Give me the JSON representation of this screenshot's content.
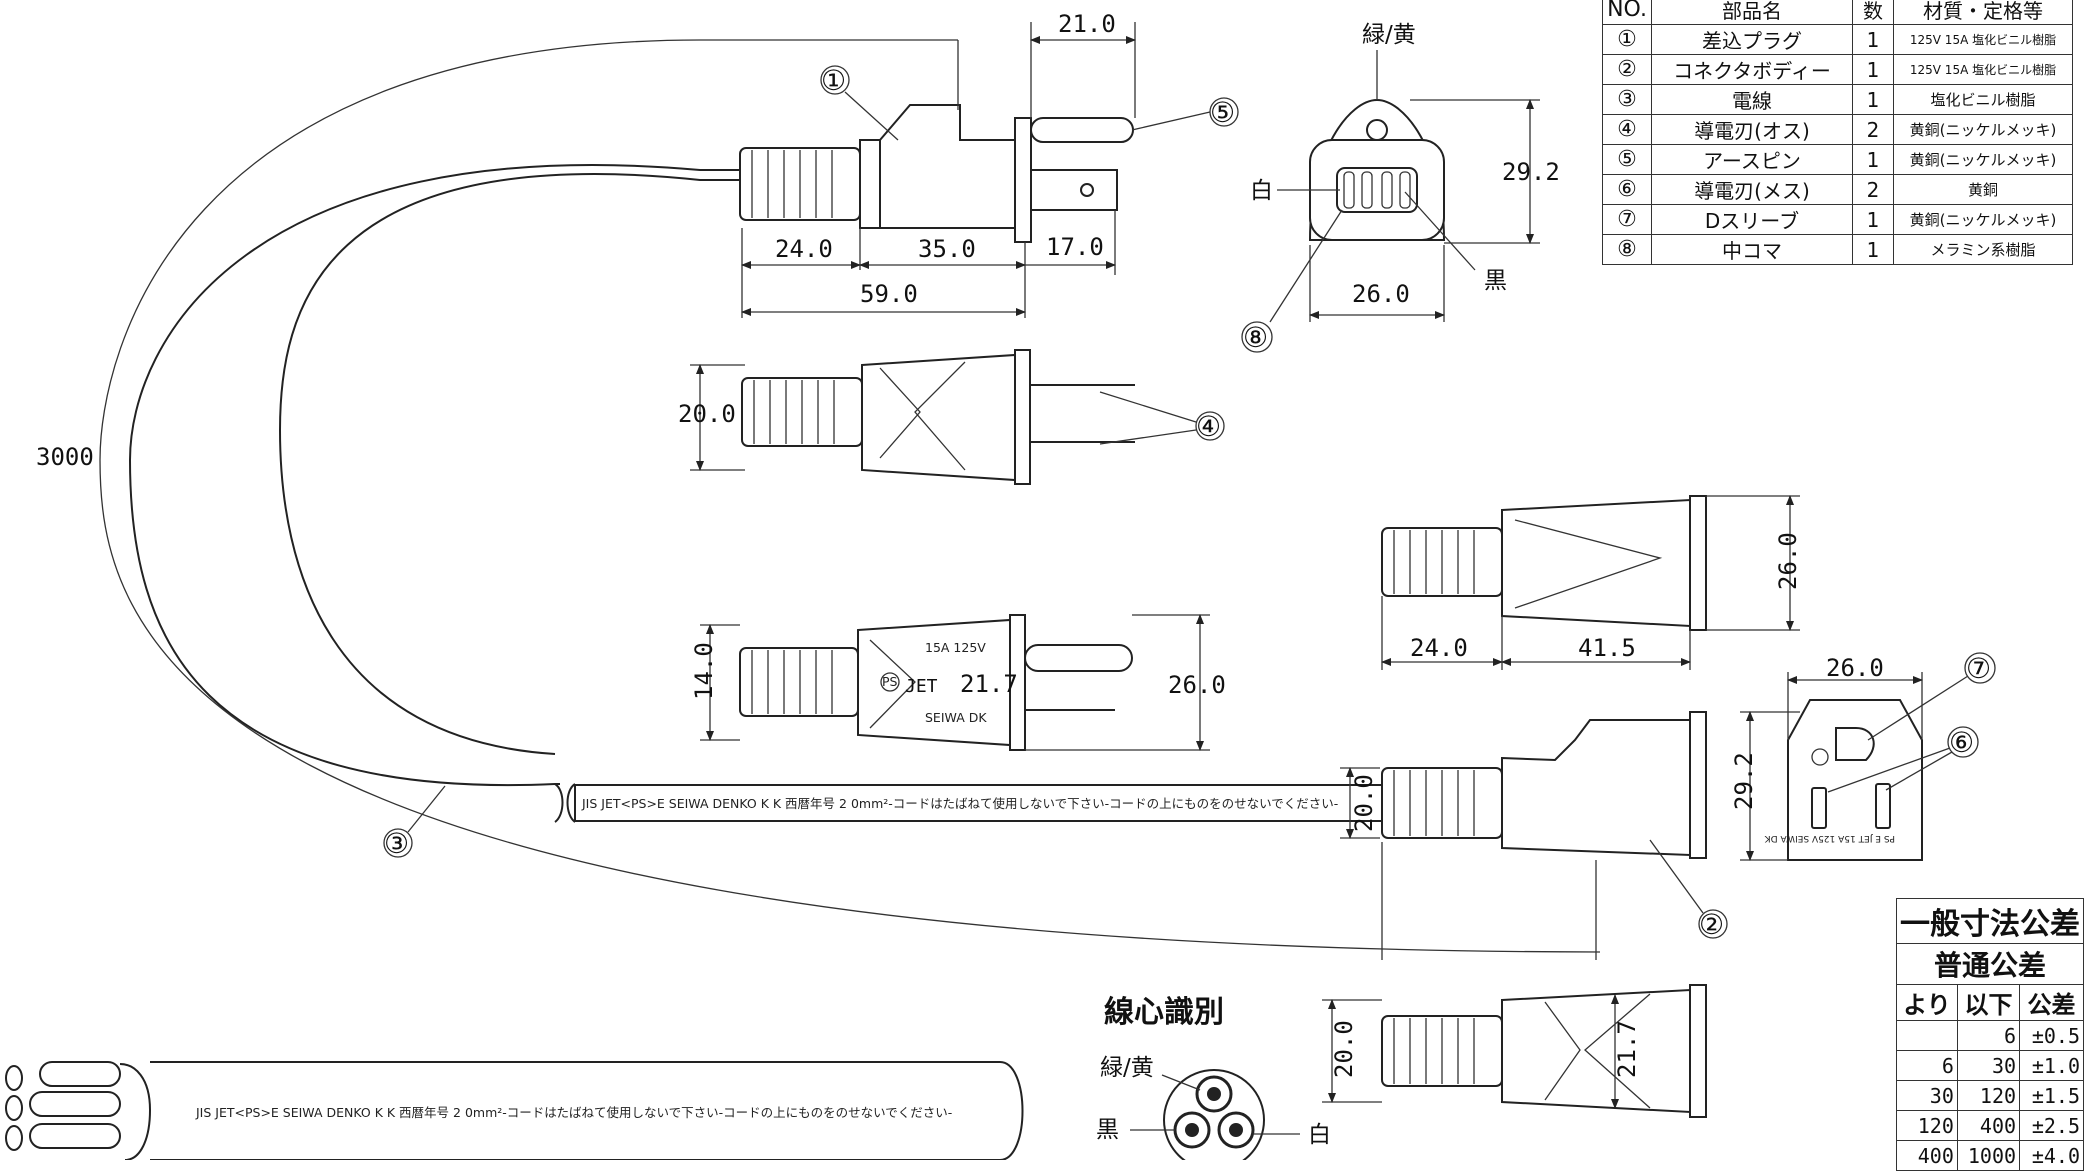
{
  "overall_length": "3000",
  "callouts": {
    "c1": "①",
    "c2": "②",
    "c3": "③",
    "c4": "④",
    "c5": "⑤",
    "c6": "⑥",
    "c7": "⑦",
    "c8": "⑧"
  },
  "plug_side": {
    "dim_21_0": "21.0",
    "dim_24_0": "24.0",
    "dim_35_0": "35.0",
    "dim_17_0": "17.0",
    "dim_59_0": "59.0",
    "dim_20_0": "20.0",
    "dim_14_0": "14.0",
    "dim_21_7": "21.7",
    "dim_26_0": "26.0",
    "marking_15a": "15A 125V",
    "marking_jet": "JET",
    "marking_ps": "PS",
    "marking_seiwa": "SEIWA DK"
  },
  "receptacle_face": {
    "label_green_yellow": "緑/黄",
    "label_white": "白",
    "label_black": "黒",
    "dim_29_2": "29.2",
    "dim_26_0": "26.0"
  },
  "connector_side": {
    "dim_26_0_top": "26.0",
    "dim_24_0": "24.0",
    "dim_41_5": "41.5",
    "dim_20_0_mid": "20.0",
    "dim_26_0_face": "26.0",
    "dim_29_2_face": "29.2",
    "dim_20_0_bottom": "20.0",
    "dim_21_7_bottom": "21.7",
    "face_marking": "PS E JET 15A 125V SEIWA DK"
  },
  "cord_print": "JIS JET<PS>E SEIWA DENKO K K 西暦年号 2 0mm²-コードはたばねて使用しないで下さい-コードの上にものをのせないでください-",
  "core_identification": {
    "title": "線心識別",
    "green_yellow": "緑/黄",
    "black": "黒",
    "white": "白"
  },
  "parts_table": {
    "headers": [
      "NO.",
      "部品名",
      "数",
      "材質・定格等"
    ],
    "rows": [
      {
        "no": "①",
        "name": "差込プラグ",
        "qty": "1",
        "material": "125V 15A 塩化ビニル樹脂"
      },
      {
        "no": "②",
        "name": "コネクタボディー",
        "qty": "1",
        "material": "125V 15A 塩化ビニル樹脂"
      },
      {
        "no": "③",
        "name": "電線",
        "qty": "1",
        "material": "塩化ビニル樹脂"
      },
      {
        "no": "④",
        "name": "導電刃(オス)",
        "qty": "2",
        "material": "黄銅(ニッケルメッキ)"
      },
      {
        "no": "⑤",
        "name": "アースピン",
        "qty": "1",
        "material": "黄銅(ニッケルメッキ)"
      },
      {
        "no": "⑥",
        "name": "導電刃(メス)",
        "qty": "2",
        "material": "黄銅"
      },
      {
        "no": "⑦",
        "name": "Dスリーブ",
        "qty": "1",
        "material": "黄銅(ニッケルメッキ)"
      },
      {
        "no": "⑧",
        "name": "中コマ",
        "qty": "1",
        "material": "メラミン系樹脂"
      }
    ]
  },
  "tolerance_table": {
    "title": "一般寸法公差",
    "subtitle": "普通公差",
    "headers": [
      "より",
      "以下",
      "公差"
    ],
    "rows": [
      {
        "from": "",
        "to": "6",
        "tol": "±0.5"
      },
      {
        "from": "6",
        "to": "30",
        "tol": "±1.0"
      },
      {
        "from": "30",
        "to": "120",
        "tol": "±1.5"
      },
      {
        "from": "120",
        "to": "400",
        "tol": "±2.5"
      },
      {
        "from": "400",
        "to": "1000",
        "tol": "±4.0"
      }
    ]
  }
}
